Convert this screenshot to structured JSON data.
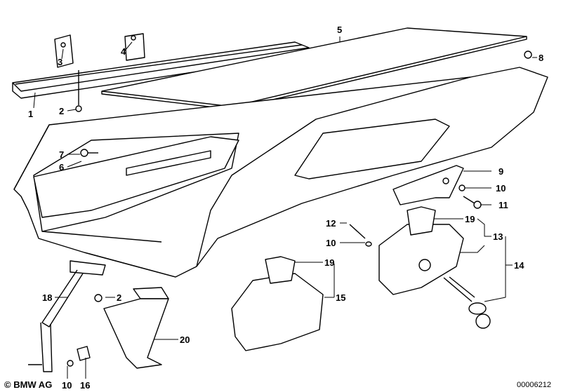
{
  "diagram": {
    "callouts": [
      {
        "id": "c5",
        "text": "5"
      },
      {
        "id": "c8",
        "text": "8"
      },
      {
        "id": "c3",
        "text": "3"
      },
      {
        "id": "c4",
        "text": "4"
      },
      {
        "id": "c1",
        "text": "1"
      },
      {
        "id": "c2a",
        "text": "2"
      },
      {
        "id": "c7",
        "text": "7"
      },
      {
        "id": "c6",
        "text": "6"
      },
      {
        "id": "c9",
        "text": "9"
      },
      {
        "id": "c10a",
        "text": "10"
      },
      {
        "id": "c11",
        "text": "11"
      },
      {
        "id": "c12",
        "text": "12"
      },
      {
        "id": "c10b",
        "text": "10"
      },
      {
        "id": "c19a",
        "text": "19"
      },
      {
        "id": "c13",
        "text": "13"
      },
      {
        "id": "c14",
        "text": "14"
      },
      {
        "id": "c19b",
        "text": "19"
      },
      {
        "id": "c15",
        "text": "15"
      },
      {
        "id": "c18",
        "text": "18"
      },
      {
        "id": "c2b",
        "text": "2"
      },
      {
        "id": "c20",
        "text": "20"
      },
      {
        "id": "c10c",
        "text": "10"
      },
      {
        "id": "c16",
        "text": "16"
      }
    ],
    "copyright": "© BMW AG",
    "reference_number": "00006212"
  }
}
